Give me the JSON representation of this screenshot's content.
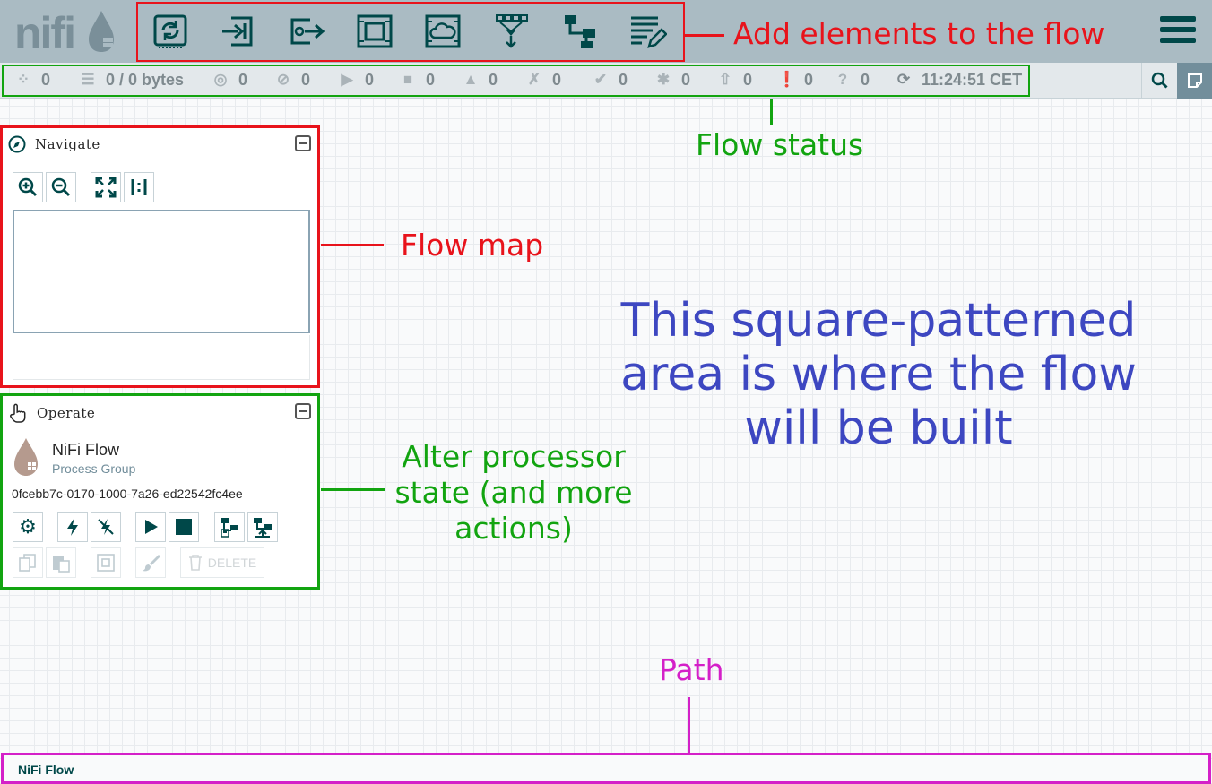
{
  "header": {
    "logo_text": "nifi",
    "toolbar_items": [
      {
        "name": "processor-icon"
      },
      {
        "name": "input-port-icon"
      },
      {
        "name": "output-port-icon"
      },
      {
        "name": "process-group-icon"
      },
      {
        "name": "remote-process-group-icon"
      },
      {
        "name": "funnel-icon"
      },
      {
        "name": "template-icon"
      },
      {
        "name": "label-icon"
      }
    ]
  },
  "status": {
    "active_threads": "0",
    "queued": "0 / 0 bytes",
    "transmitting": "0",
    "not_transmitting": "0",
    "running": "0",
    "stopped": "0",
    "invalid": "0",
    "disabled": "0",
    "up_to_date": "0",
    "locally_modified": "0",
    "stale": "0",
    "locally_modified_stale": "0",
    "sync_failure": "0",
    "last_refreshed": "11:24:51 CET"
  },
  "navigate": {
    "title": "Navigate"
  },
  "operate": {
    "title": "Operate",
    "component_name": "NiFi Flow",
    "component_type": "Process Group",
    "component_id": "0fcebb7c-0170-1000-7a26-ed22542fc4ee",
    "delete_label": "DELETE"
  },
  "annotations": {
    "toolbar": "Add elements to the flow",
    "status": "Flow status",
    "flow_map": "Flow map",
    "operate": [
      "Alter processor",
      "state (and more",
      "actions)"
    ],
    "canvas": [
      "This square-patterned",
      "area is where the flow",
      "will be built"
    ],
    "path": "Path"
  },
  "breadcrumb": {
    "current": "NiFi Flow"
  },
  "colors": {
    "header": "#aabbc3",
    "brand_dark": "#004849",
    "annotation_red": "#e8131b",
    "annotation_green": "#12a410",
    "annotation_blue": "#3d47c1",
    "annotation_magenta": "#d420c8"
  }
}
